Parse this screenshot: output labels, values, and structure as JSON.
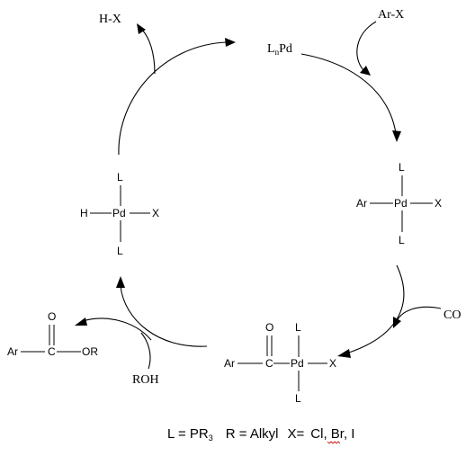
{
  "catalyst": {
    "prefix": "L",
    "subscript": "n",
    "suffix": "Pd"
  },
  "reagents": {
    "ar_x": "Ar-X",
    "h_x": "H-X",
    "co": "CO",
    "roh": "ROH"
  },
  "oxidative_addition_complex": {
    "left": "Ar",
    "center": "Pd",
    "right": "X",
    "top": "L",
    "bottom": "L"
  },
  "hydride_complex": {
    "left": "H",
    "center": "Pd",
    "right": "X",
    "top": "L",
    "bottom": "L"
  },
  "acyl_complex": {
    "left": "Ar",
    "carbon": "C",
    "oxygen": "O",
    "center": "Pd",
    "right": "X",
    "top": "L",
    "bottom": "L"
  },
  "ester_product": {
    "left": "Ar",
    "carbon": "C",
    "oxygen": "O",
    "right": "OR"
  },
  "legend": {
    "ligand_def_prefix": "L = PR",
    "ligand_def_subscript": "3",
    "r_def": "R = Alkyl",
    "x_def_prefix": "X=",
    "x_def_cl": "Cl",
    "x_def_rest": ", Br, I"
  }
}
